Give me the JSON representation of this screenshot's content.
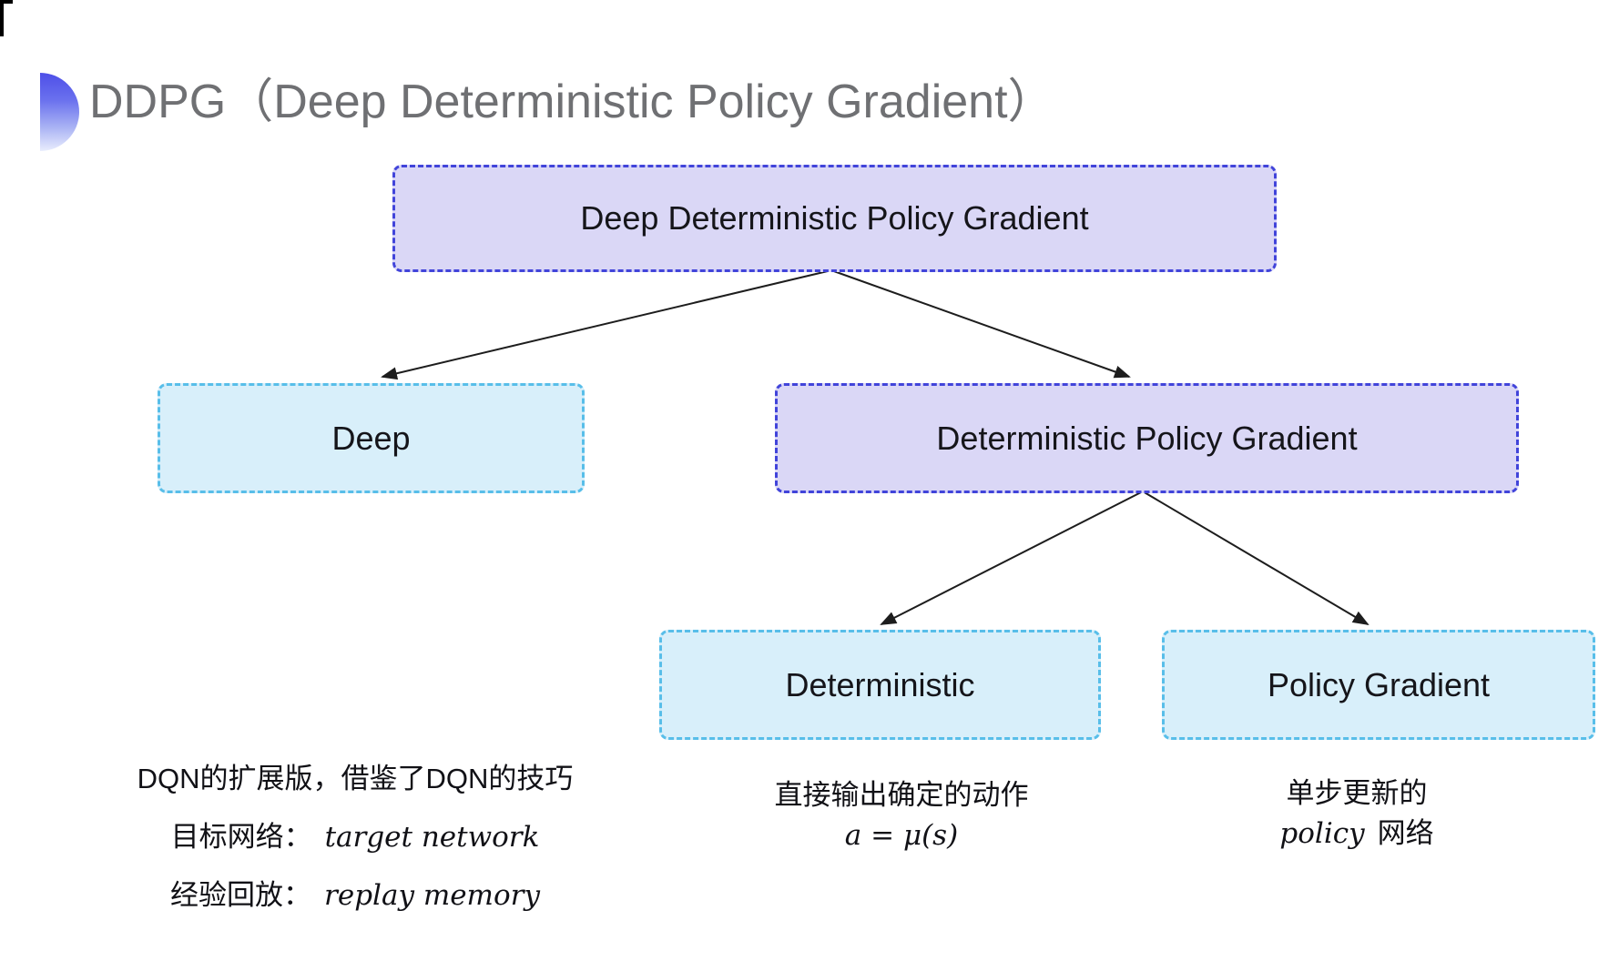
{
  "slide": {
    "title": "DDPG（Deep Deterministic Policy Gradient）"
  },
  "tree": {
    "root": {
      "label": "Deep Deterministic Policy Gradient"
    },
    "deep": {
      "label": "Deep"
    },
    "dpg": {
      "label": "Deterministic Policy Gradient"
    },
    "deterministic": {
      "label": "Deterministic"
    },
    "policy_gradient": {
      "label": "Policy Gradient"
    }
  },
  "annotations": {
    "dqn": {
      "line1": "DQN的扩展版，借鉴了DQN的技巧",
      "target_label": "目标网络：",
      "target_value": "target network",
      "replay_label": "经验回放：",
      "replay_value": "replay memory"
    },
    "deterministic": {
      "line1": "直接输出确定的动作",
      "formula": "a = μ(s)"
    },
    "policy_gradient": {
      "line1": "单步更新的",
      "word_italic": "policy",
      "word_rest": "网络"
    }
  },
  "colors": {
    "purple_fill": "#dad7f6",
    "purple_border": "#4144da",
    "cyan_fill": "#d8effa",
    "cyan_border": "#58bee9",
    "title_gray": "#6f7073",
    "arrow_black": "#1d1d1d",
    "accent_blue_top": "#4e4fe8",
    "accent_blue_bottom": "#e9edfd"
  }
}
